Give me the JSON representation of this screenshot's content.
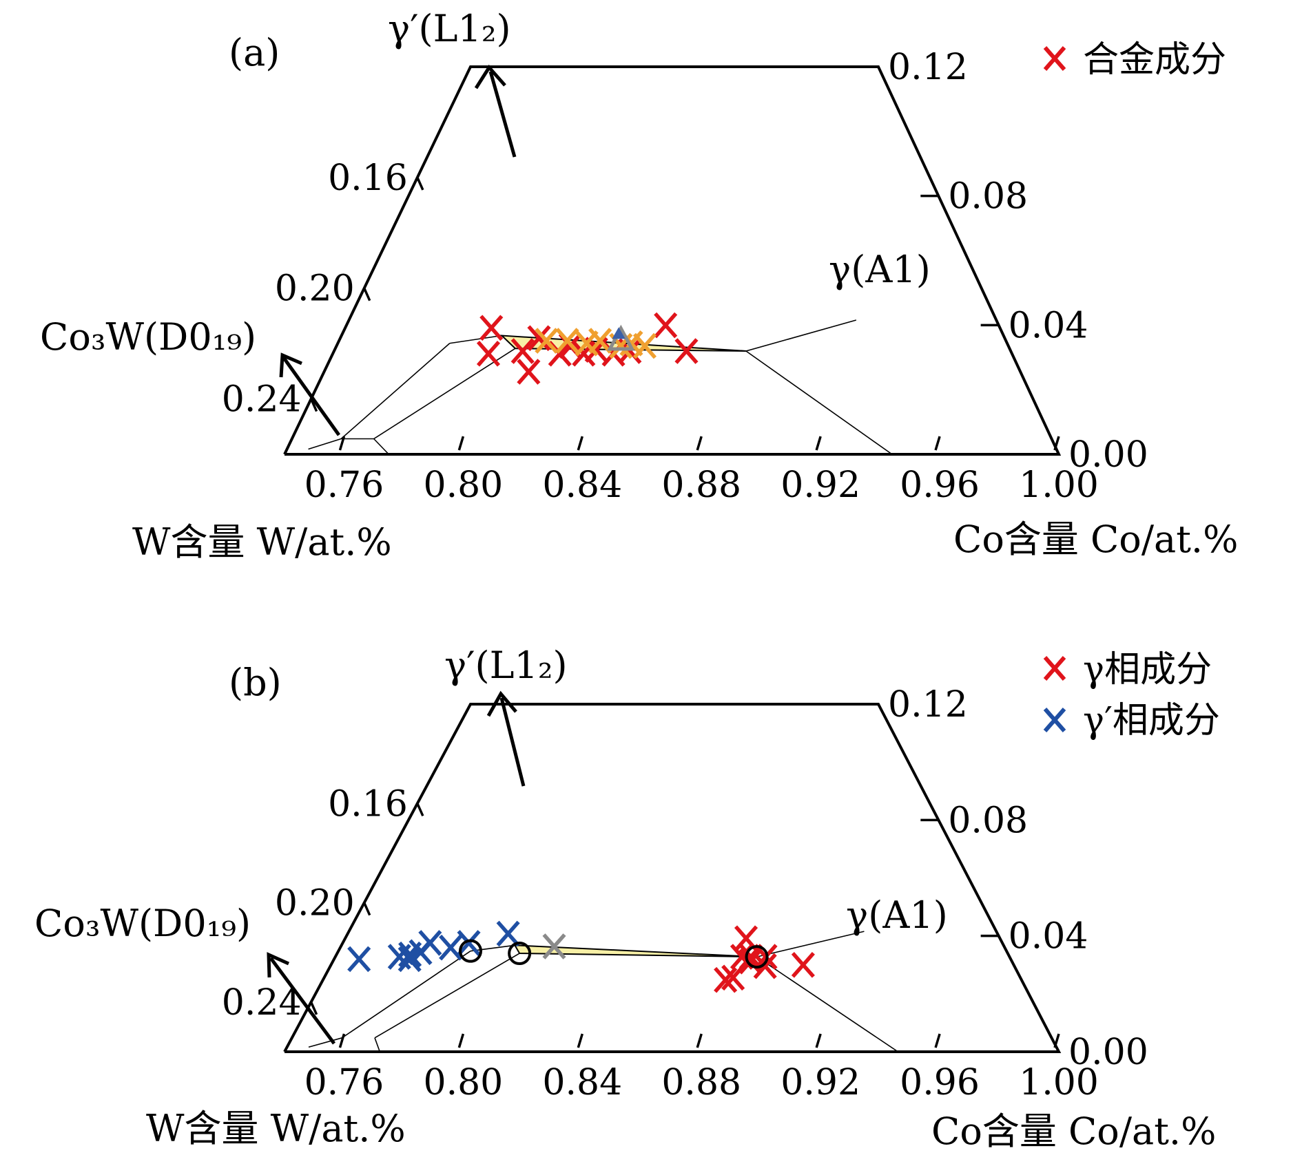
{
  "colors": {
    "red": "#e0141b",
    "blue": "#1f4fa3",
    "orange": "#f0a030",
    "gray": "#8a8a8a",
    "triangle_fill": "#f7f0a6",
    "triangle_blue": "#3a5fa8"
  },
  "chart_data": [
    {
      "panel": "(a)",
      "type": "scatter",
      "plot_kind": "ternary-trapezoid",
      "co_range": [
        0.74,
        1.0
      ],
      "w_range": [
        0.0,
        0.26
      ],
      "x_axis": {
        "title": "Co含量 Co/at.%",
        "ticks": [
          0.76,
          0.8,
          0.84,
          0.88,
          0.92,
          0.96,
          1.0
        ],
        "tick_labels": [
          "0.76",
          "0.80",
          "0.84",
          "0.88",
          "0.92",
          "0.96",
          "1.00"
        ]
      },
      "w_axis": {
        "title": "W含量 W/at.%",
        "ticks": [
          0.16,
          0.2,
          0.24
        ],
        "tick_labels": [
          "0.16",
          "0.20",
          "0.24"
        ]
      },
      "right_axis": {
        "ticks": [
          0.12,
          0.08,
          0.04,
          0.0
        ],
        "tick_labels": [
          "0.12",
          "0.08",
          "0.04",
          "0.00"
        ]
      },
      "phase_labels": {
        "L12": "γ′(L1₂)",
        "D019": "Co₃W(D0₁₉)",
        "A1": "γ(A1)"
      },
      "legend": [
        {
          "label": "合金成分",
          "color": "red",
          "marker": "x"
        }
      ],
      "series": [
        {
          "name": "合金成分",
          "color": "red",
          "marker": "x",
          "points": [
            {
              "co": 0.834,
              "w": 0.098
            },
            {
              "co": 0.828,
              "w": 0.078
            },
            {
              "co": 0.84,
              "w": 0.08
            },
            {
              "co": 0.848,
              "w": 0.09
            },
            {
              "co": 0.852,
              "w": 0.078
            },
            {
              "co": 0.857,
              "w": 0.084
            },
            {
              "co": 0.86,
              "w": 0.078
            },
            {
              "co": 0.865,
              "w": 0.081
            },
            {
              "co": 0.87,
              "w": 0.078
            },
            {
              "co": 0.876,
              "w": 0.08
            },
            {
              "co": 0.893,
              "w": 0.1
            },
            {
              "co": 0.895,
              "w": 0.08
            },
            {
              "co": 0.838,
              "w": 0.064
            }
          ]
        },
        {
          "name": "",
          "color": "orange",
          "marker": "x",
          "points": [
            {
              "co": 0.85,
              "w": 0.088
            },
            {
              "co": 0.857,
              "w": 0.088
            },
            {
              "co": 0.863,
              "w": 0.086
            },
            {
              "co": 0.868,
              "w": 0.088
            },
            {
              "co": 0.874,
              "w": 0.084
            },
            {
              "co": 0.878,
              "w": 0.086
            },
            {
              "co": 0.882,
              "w": 0.084
            }
          ]
        },
        {
          "name": "",
          "color": "gray",
          "marker": "triangle",
          "points": [
            {
              "co": 0.875,
              "w": 0.088
            }
          ]
        },
        {
          "name": "",
          "color": "triangle_blue",
          "marker": "triangle-small",
          "points": [
            {
              "co": 0.875,
              "w": 0.091
            }
          ]
        }
      ],
      "tie_triangle": [
        {
          "co": 0.836,
          "w": 0.092
        },
        {
          "co": 0.838,
          "w": 0.082
        },
        {
          "co": 0.915,
          "w": 0.08
        }
      ],
      "region_lines": [
        [
          {
            "co": 0.817,
            "w": 0.086
          },
          {
            "co": 0.836,
            "w": 0.092
          }
        ],
        [
          {
            "co": 0.817,
            "w": 0.086
          },
          {
            "co": 0.762,
            "w": 0.012
          }
        ],
        [
          {
            "co": 0.838,
            "w": 0.082
          },
          {
            "co": 0.773,
            "w": 0.012
          }
        ],
        [
          {
            "co": 0.762,
            "w": 0.012
          },
          {
            "co": 0.749,
            "w": 0.004
          }
        ],
        [
          {
            "co": 0.773,
            "w": 0.012
          },
          {
            "co": 0.775,
            "w": 0.0
          }
        ],
        [
          {
            "co": 0.773,
            "w": 0.012
          },
          {
            "co": 0.762,
            "w": 0.012
          }
        ],
        [
          {
            "co": 0.915,
            "w": 0.08
          },
          {
            "co": 0.944,
            "w": 0.0
          }
        ],
        [
          {
            "co": 0.915,
            "w": 0.08
          },
          {
            "co": 0.958,
            "w": 0.104
          }
        ]
      ]
    },
    {
      "panel": "(b)",
      "type": "scatter",
      "plot_kind": "ternary-trapezoid",
      "co_range": [
        0.74,
        1.0
      ],
      "w_range": [
        0.0,
        0.26
      ],
      "x_axis": {
        "title": "Co含量 Co/at.%",
        "ticks": [
          0.76,
          0.8,
          0.84,
          0.88,
          0.92,
          0.96,
          1.0
        ],
        "tick_labels": [
          "0.76",
          "0.80",
          "0.84",
          "0.88",
          "0.92",
          "0.96",
          "1.00"
        ]
      },
      "w_axis": {
        "title": "W含量 W/at.%",
        "ticks": [
          0.16,
          0.2,
          0.24
        ],
        "tick_labels": [
          "0.16",
          "0.20",
          "0.24"
        ]
      },
      "right_axis": {
        "ticks": [
          0.12,
          0.08,
          0.04,
          0.0
        ],
        "tick_labels": [
          "0.12",
          "0.08",
          "0.04",
          "0.00"
        ]
      },
      "phase_labels": {
        "L12": "γ′(L1₂)",
        "D019": "Co₃W(D0₁₉)",
        "A1": "γ(A1)"
      },
      "legend": [
        {
          "label": "γ相成分",
          "color": "red",
          "marker": "x"
        },
        {
          "label": "γ′相成分",
          "color": "blue",
          "marker": "x"
        }
      ],
      "series": [
        {
          "name": "γ相成分",
          "color": "red",
          "marker": "x",
          "points": [
            {
              "co": 0.917,
              "w": 0.098
            },
            {
              "co": 0.912,
              "w": 0.082
            },
            {
              "co": 0.915,
              "w": 0.082
            },
            {
              "co": 0.92,
              "w": 0.082
            },
            {
              "co": 0.914,
              "w": 0.078
            },
            {
              "co": 0.918,
              "w": 0.074
            },
            {
              "co": 0.931,
              "w": 0.075
            },
            {
              "co": 0.902,
              "w": 0.062
            },
            {
              "co": 0.905,
              "w": 0.064
            }
          ]
        },
        {
          "name": "γ′相成分",
          "color": "blue",
          "marker": "x",
          "points": [
            {
              "co": 0.783,
              "w": 0.08
            },
            {
              "co": 0.797,
              "w": 0.082
            },
            {
              "co": 0.8,
              "w": 0.08
            },
            {
              "co": 0.801,
              "w": 0.084
            },
            {
              "co": 0.805,
              "w": 0.086
            },
            {
              "co": 0.81,
              "w": 0.094
            },
            {
              "co": 0.816,
              "w": 0.09
            },
            {
              "co": 0.823,
              "w": 0.094
            },
            {
              "co": 0.838,
              "w": 0.102
            }
          ]
        },
        {
          "name": "",
          "color": "gray",
          "marker": "x",
          "points": [
            {
              "co": 0.851,
              "w": 0.091
            }
          ]
        },
        {
          "name": "",
          "color": "black",
          "marker": "circle",
          "points": [
            {
              "co": 0.822,
              "w": 0.087
            },
            {
              "co": 0.838,
              "w": 0.085
            },
            {
              "co": 0.917,
              "w": 0.082
            }
          ]
        }
      ],
      "tie_triangle": [
        {
          "co": 0.838,
          "w": 0.092
        },
        {
          "co": 0.838,
          "w": 0.085
        },
        {
          "co": 0.917,
          "w": 0.082
        }
      ],
      "region_lines": [
        [
          {
            "co": 0.822,
            "w": 0.087
          },
          {
            "co": 0.838,
            "w": 0.092
          }
        ],
        [
          {
            "co": 0.822,
            "w": 0.087
          },
          {
            "co": 0.762,
            "w": 0.012
          }
        ],
        [
          {
            "co": 0.838,
            "w": 0.085
          },
          {
            "co": 0.773,
            "w": 0.012
          }
        ],
        [
          {
            "co": 0.762,
            "w": 0.012
          },
          {
            "co": 0.749,
            "w": 0.004
          }
        ],
        [
          {
            "co": 0.773,
            "w": 0.012
          },
          {
            "co": 0.772,
            "w": 0.0
          }
        ],
        [
          {
            "co": 0.917,
            "w": 0.082
          },
          {
            "co": 0.946,
            "w": 0.0
          }
        ],
        [
          {
            "co": 0.917,
            "w": 0.082
          },
          {
            "co": 0.958,
            "w": 0.104
          }
        ]
      ]
    }
  ]
}
